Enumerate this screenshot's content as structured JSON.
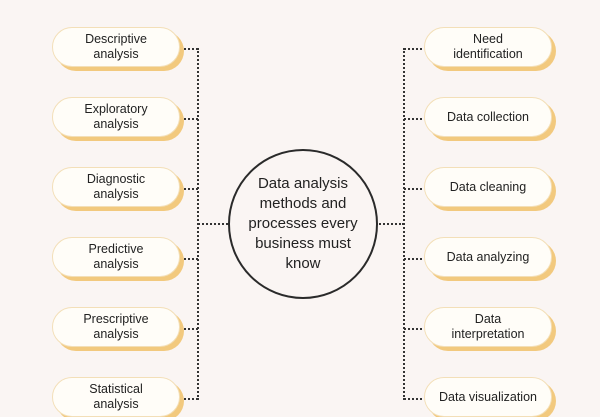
{
  "center": {
    "title": "Data analysis methods and processes every business must know"
  },
  "methods": [
    {
      "label": "Descriptive analysis"
    },
    {
      "label": "Exploratory analysis"
    },
    {
      "label": "Diagnostic analysis"
    },
    {
      "label": "Predictive analysis"
    },
    {
      "label": "Prescriptive analysis"
    },
    {
      "label": "Statistical analysis"
    }
  ],
  "processes": [
    {
      "label": "Need identification"
    },
    {
      "label": "Data collection"
    },
    {
      "label": "Data cleaning"
    },
    {
      "label": "Data analyzing"
    },
    {
      "label": "Data interpretation"
    },
    {
      "label": "Data visualization"
    }
  ],
  "colors": {
    "background": "#faf5f3",
    "pill_shadow": "#f2c97e",
    "pill_border": "#f3dfb8",
    "line": "#333333"
  }
}
